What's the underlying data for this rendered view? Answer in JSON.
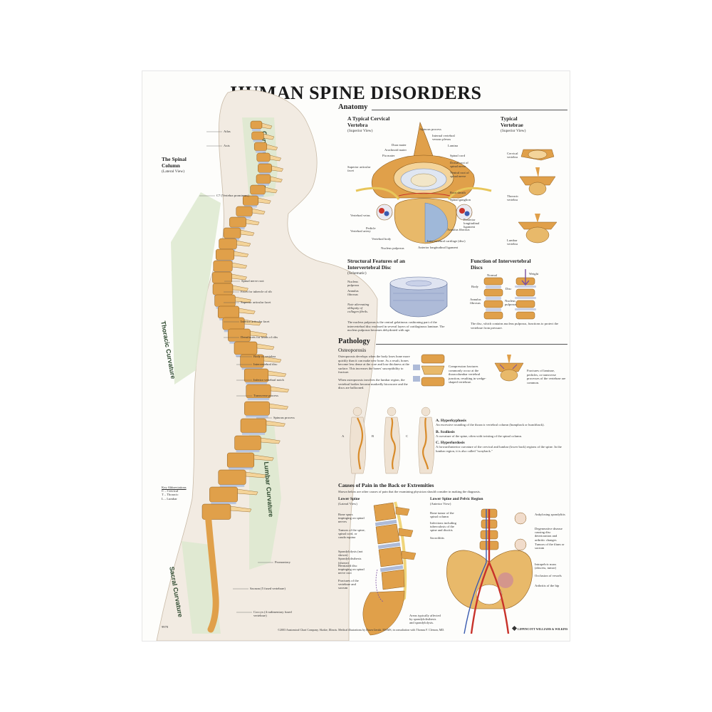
{
  "title": "HUMAN SPINE DISORDERS",
  "left_panel": {
    "spinal_column_title": "The Spinal Column",
    "spinal_column_sub": "(Lateral View)",
    "curvatures": [
      "Cervical Curvature",
      "Thoracic Curvature",
      "Lumbar Curvature",
      "Sacral Curvature"
    ],
    "labels": [
      "Atlas",
      "Axis",
      "C7 (Vertebra prominens)",
      "Spinal nerve root",
      "Facet for tubercle of rib",
      "Superior articular facet",
      "Inferior articular facet",
      "Demifacets for heads of ribs",
      "Body of vertebra",
      "Intervertebral disc",
      "Inferior vertebral notch",
      "Transverse process",
      "Spinous process",
      "Promontory",
      "Sacrum (5 fused vertebrae)",
      "Coccyx (4 rudimentary fused vertebrae)"
    ],
    "key_title": "Key Abbreviations",
    "key_items": [
      "C – Cervical",
      "T – Thoracic",
      "L – Lumbar"
    ],
    "chart_number": "9970"
  },
  "anatomy": {
    "heading": "Anatomy",
    "cervical": {
      "title": "A Typical Cervical Vertebra",
      "sub": "(Superior View)",
      "labels": [
        "Spinous process",
        "Internal vertebral venous plexus",
        "Dura mater",
        "Lamina",
        "Arachnoid mater",
        "Spinal cord",
        "Pia mater",
        "Dorsal root of spinal nerve",
        "Superior articular facet",
        "Ventral root of spinal nerve",
        "Root sheath",
        "Spinal ganglion",
        "Vertebral veins",
        "Pedicle",
        "Vertebral artery",
        "Vertebral body",
        "Posterior longitudinal ligament",
        "Annulus fibrosus",
        "Nucleus pulposus",
        "Intervertebral cartilage (disc)",
        "Anterior longitudinal ligament"
      ]
    },
    "typical": {
      "title": "Typical Vertebrae",
      "sub": "(Superior View)",
      "items": [
        "Cervical vertebra",
        "Thoracic vertebra",
        "Lumbar vertebra"
      ]
    },
    "structural": {
      "title": "Structural Features of an Intervertebral Disc",
      "sub": "(Schematic)",
      "labels": [
        "Nucleus pulposus",
        "Annulus fibrosus",
        "Note alternating obliquity of collagen fibrils."
      ],
      "text": "The nucleus pulposus is the central gelatinous cushioning part of the intervertebral disc enclosed in several layers of cartilaginous laminae. The nucleus pulposus becomes dehydrated with age."
    },
    "function": {
      "title": "Function of Intervertebral Discs",
      "labels": [
        "Normal",
        "Weight",
        "Body",
        "Disc",
        "Annulus fibrosus",
        "Nucleus pulposus"
      ],
      "text": "The disc, which contains nucleus pulposus, functions to protect the vertebrae from pressure."
    }
  },
  "pathology": {
    "heading": "Pathology",
    "osteo_title": "Osteoporosis",
    "osteo_text": "Osteoporosis develops when the body loses bone more quickly than it can make new bone. As a result, bones become less dense at the core and lose thickness at the surface. This increases the bones' susceptibility to fracture.",
    "osteo_text2": "When osteoporosis involves the lumbar region, the vertebral bodies become markedly biconcave and the discs are ballooned.",
    "compression": "Compression fractures commonly occur at the thoracolumbar vertebral junction, resulting in wedge-shaped vertebrae.",
    "fractures": "Fractures of laminae, pedicles, or transverse processes of the vertebrae are common.",
    "figure_letters": [
      "A",
      "B",
      "C"
    ],
    "conditions": [
      {
        "title": "A. Hyperkyphosis",
        "text": "An excessive rounding of the thoracic vertebral column (humpback or hunchback)."
      },
      {
        "title": "B. Scoliosis",
        "text": "A curvature of the spine, often with twisting of the spinal column."
      },
      {
        "title": "C. Hyperlordosis",
        "text": "A forward/anterior curvature of the cervical and lumbar (lower back) regions of the spine. In the lumbar region, it is also called \"swayback.\""
      }
    ]
  },
  "causes": {
    "title": "Causes of Pain in the Back or Extremities",
    "intro": "Shown below are other causes of pain that the examining physician should consider in making the diagnosis.",
    "lower_spine_title": "Lower Spine",
    "lower_spine_sub": "(Lateral View)",
    "lower_spine_labels": [
      "Bone spurs impinging on spinal nerves",
      "Tumors of the spine, spinal cord, or cauda equina",
      "Spondylolysis (not shown) Spondylolisthesis (shown)",
      "Herniated disc impinging on spinal nerve root",
      "Fractures of the vertebrae and sacrum",
      "Areas typically affected by spondylolisthesis and spondylolysis."
    ],
    "pelvic_title": "Lower Spine and Pelvic Region",
    "pelvic_sub": "(Anterior View)",
    "pelvic_labels_left": [
      "Bone tumor of the spinal column",
      "Infections including tuberculosis of the spine and discitis",
      "Sacroiliitis"
    ],
    "pelvic_labels_right": [
      "Ankylosing spondylitis",
      "Degenerative disease causing disc deterioration and arthritic changes",
      "Tumors of the ilium or sacrum",
      "Intrapelvic mass (abscess, tumor)",
      "Occlusion of vessels",
      "Arthritis of the hip"
    ]
  },
  "footer": {
    "credit": "©2003 Anatomical Chart Company, Skokie, Illinois. Medical illustrations by Dawn Gerski, MAMS, in consultation with Thomas F. Clemon, MD.",
    "publisher": "LIPPINCOTT WILLIAMS & WILKINS"
  },
  "colors": {
    "bone": "#e0a04a",
    "bone_light": "#f4d49a",
    "band": "#dde9cf",
    "skin": "#efe2d2",
    "red": "#c8322a",
    "blue": "#3a5bb0"
  }
}
